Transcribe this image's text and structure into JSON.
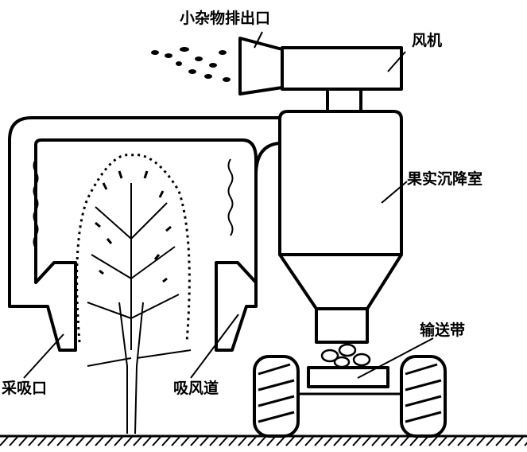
{
  "labels": {
    "debris_outlet": "小杂物排出口",
    "fan": "风机",
    "settling_chamber": "果实沉降室",
    "conveyor": "输送带",
    "suction_inlet": "采吸口",
    "suction_duct": "吸风道"
  },
  "colors": {
    "ink": "#000000",
    "paper": "#ffffff"
  }
}
